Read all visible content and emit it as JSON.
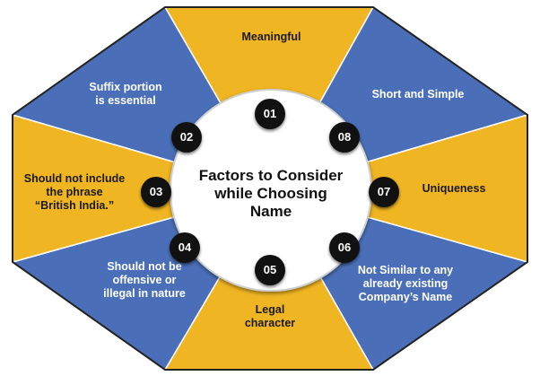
{
  "center_title": [
    "Factors to Consider",
    "while Choosing",
    "Name"
  ],
  "colors": {
    "blue": "#4a6fb8",
    "yellow": "#f0b522",
    "badge": "#111111",
    "center": "#ffffff"
  },
  "segments": [
    {
      "number": "01",
      "lines": [
        "Meaningful"
      ]
    },
    {
      "number": "02",
      "lines": [
        "Suffix portion",
        "is essential"
      ]
    },
    {
      "number": "03",
      "lines": [
        "Should not include",
        "the phrase",
        "“British India.”"
      ]
    },
    {
      "number": "04",
      "lines": [
        "Should not be",
        "offensive or",
        "illegal in nature"
      ]
    },
    {
      "number": "05",
      "lines": [
        "Legal",
        "character"
      ]
    },
    {
      "number": "06",
      "lines": [
        "Not Similar to any",
        "already existing",
        "Company’s Name"
      ]
    },
    {
      "number": "07",
      "lines": [
        "Uniqueness"
      ]
    },
    {
      "number": "08",
      "lines": [
        "Short and Simple"
      ]
    }
  ]
}
